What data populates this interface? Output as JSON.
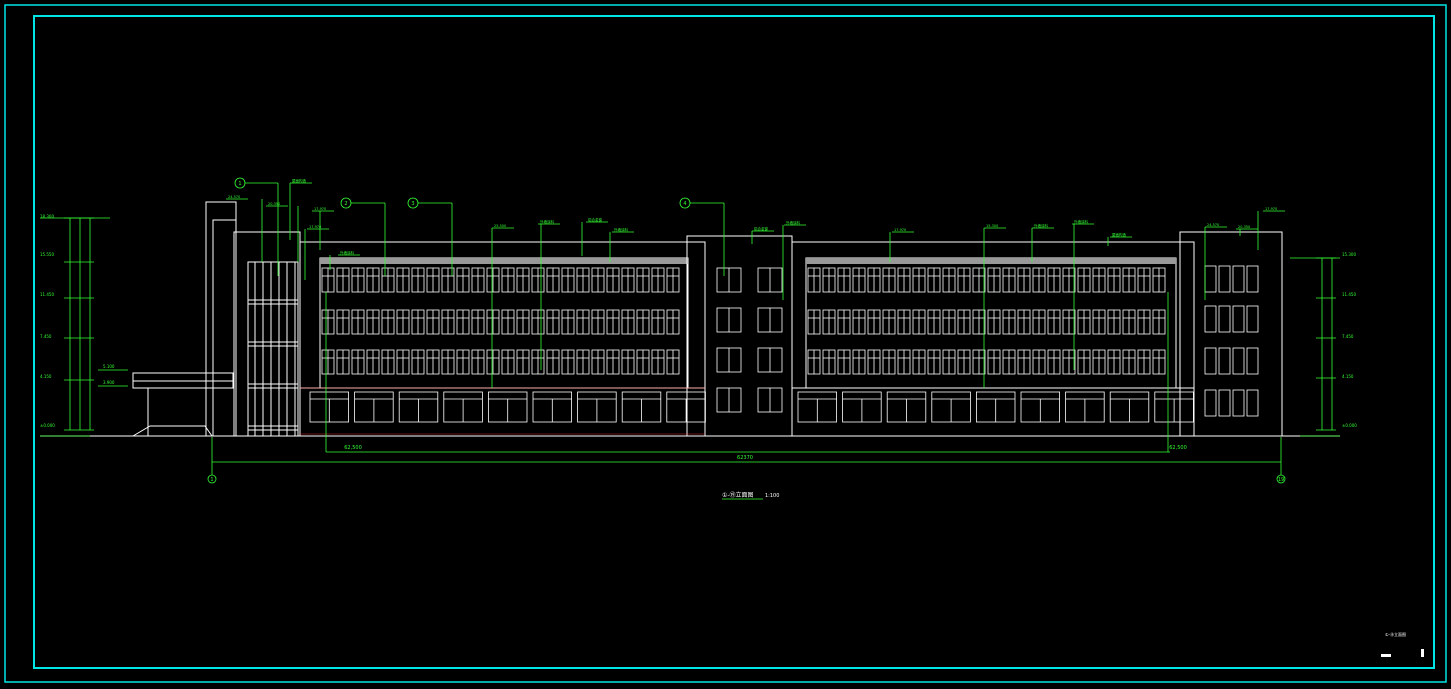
{
  "drawing": {
    "title": "①-⑲立面图",
    "scale": "1:100",
    "total_dimension": "62370",
    "sub_dimension_left": "62,500",
    "sub_dimension_right": "62,500",
    "axis_left": "1",
    "axis_right": "19",
    "titleblock_label": "①-⑲立面图"
  },
  "elevations": {
    "left": [
      "18.300",
      "15.550",
      "11.450",
      "7.450",
      "4.150",
      "±0.000"
    ],
    "right": [
      "15.300",
      "11.450",
      "7.450",
      "4.150",
      "±0.000"
    ],
    "canopy": [
      "5.100",
      "3.900"
    ]
  },
  "callouts": {
    "tags": [
      "1",
      "2",
      "3",
      "4"
    ],
    "top_notes": [
      "屋面构造",
      "24.570",
      "20.350",
      "17.970",
      "17.970",
      "外墙涂料",
      "25.500",
      "外墙涂料",
      "铝合金窗",
      "外墙涂料",
      "铝合金窗",
      "外墙涂料",
      "17.970",
      "15.300",
      "外墙涂料",
      "外墙涂料"
    ]
  },
  "colors": {
    "background": "#000000",
    "frame": "#00e5e5",
    "dimension": "#33ff33",
    "building": "#ffffff",
    "leader": "#33ff33",
    "accent": "#ff3333"
  }
}
